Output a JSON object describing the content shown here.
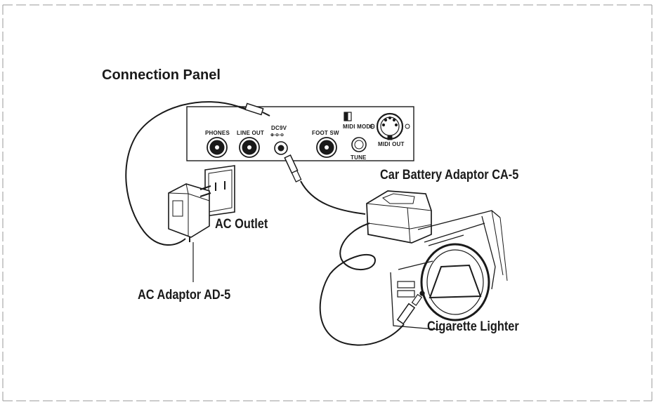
{
  "diagram": {
    "title": "Connection Panel",
    "labels": {
      "ac_outlet": "AC Outlet",
      "ac_adaptor": "AC Adaptor AD-5",
      "car_battery_adaptor": "Car Battery Adaptor CA-5",
      "cigarette_lighter": "Cigarette Lighter"
    },
    "panel_jacks": {
      "phones": "PHONES",
      "line_out": "LINE OUT",
      "dc9v": "DC9V",
      "foot_sw": "FOOT SW",
      "midi_mode": "MIDI MODE",
      "tune": "TUNE",
      "midi_out": "MIDI OUT"
    },
    "colors": {
      "ink": "#1a1a1a",
      "background": "#ffffff",
      "gray": "#9a9a9a"
    }
  }
}
